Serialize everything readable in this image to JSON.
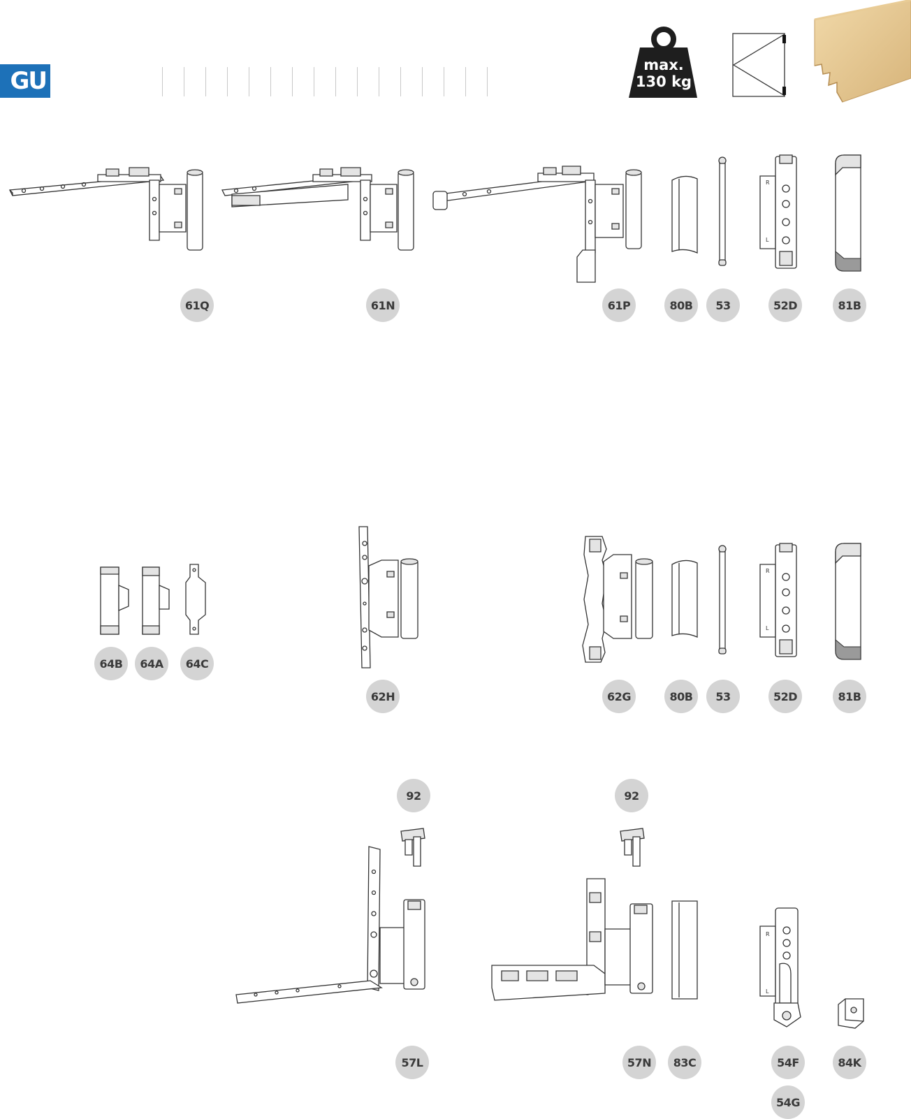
{
  "brand": {
    "logo_text": "GU",
    "logo_color": "#1d71b8"
  },
  "weight_icon": {
    "line1": "max.",
    "line2": "130 kg"
  },
  "icons": {
    "opening": "turn-opening-icon",
    "profile": "wooden-profile-icon"
  },
  "badge_color": "#d4d4d4",
  "badges": {
    "b61q": "61Q",
    "b61n": "61N",
    "b61p": "61P",
    "b80b_1": "80B",
    "b53_1": "53",
    "b52d_1": "52D",
    "b81b_1": "81B",
    "b64b": "64B",
    "b64a": "64A",
    "b64c": "64C",
    "b62h": "62H",
    "b62g": "62G",
    "b80b_2": "80B",
    "b53_2": "53",
    "b52d_2": "52D",
    "b81b_2": "81B",
    "b92_1": "92",
    "b92_2": "92",
    "b57l": "57L",
    "b57n": "57N",
    "b83c": "83C",
    "b54f": "54F",
    "b84k": "84K",
    "b54g": "54G"
  }
}
